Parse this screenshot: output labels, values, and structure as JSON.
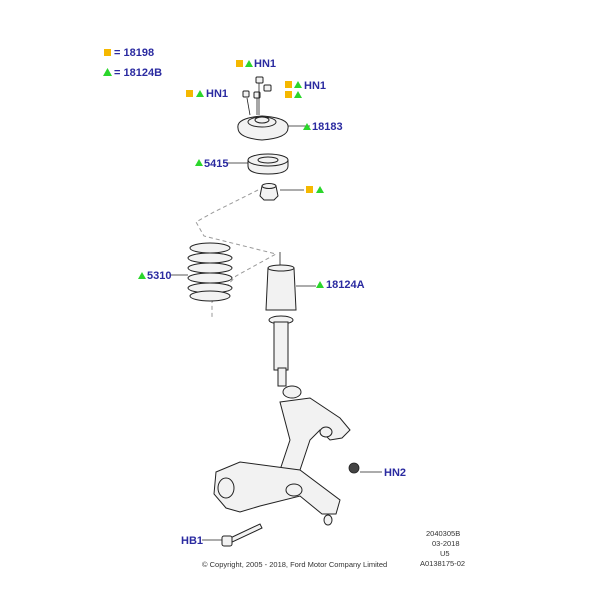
{
  "colors": {
    "square": "#f5b800",
    "triangle": "#2bd62b",
    "label": "#2a2aa0"
  },
  "legend": {
    "square_label": "= 18198",
    "triangle_label": "= 18124B"
  },
  "callouts": {
    "hn1_top": "HN1",
    "hn1_right": "HN1",
    "hn1_left": "HN1",
    "p18183": "18183",
    "p5415": "5415",
    "p5310": "5310",
    "p18124a": "18124A",
    "hn2": "HN2",
    "hb1": "HB1"
  },
  "footer": {
    "copyright": "© Copyright, 2005 - 2018, Ford Motor Company Limited",
    "ref1": "2040305B",
    "ref2": "03-2018",
    "ref3": "U5",
    "ref4": "A0138175-02"
  }
}
